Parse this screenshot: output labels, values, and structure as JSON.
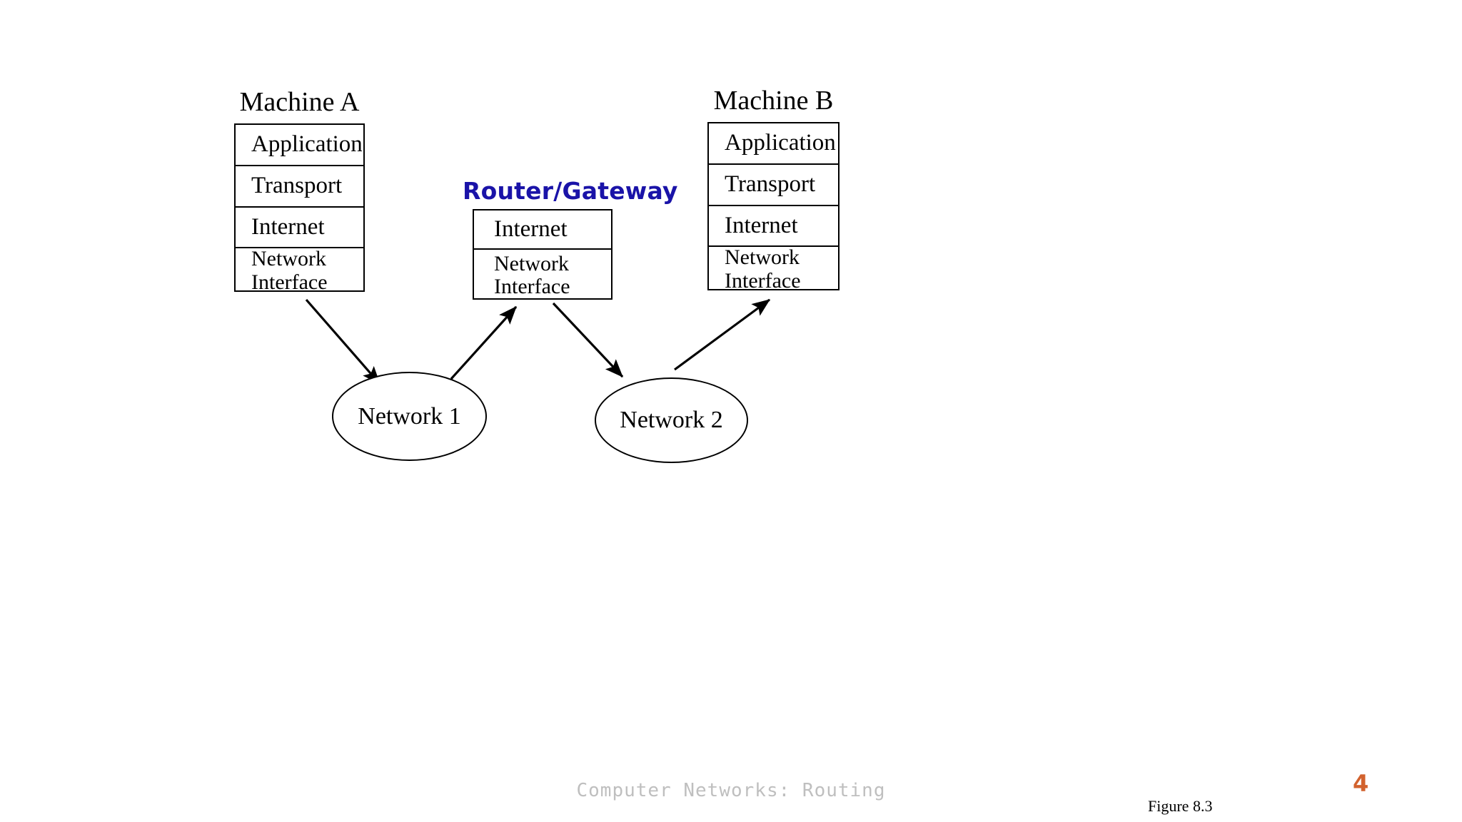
{
  "slide": {
    "footer_title": "Computer Networks: Routing",
    "figure_caption": "Figure 8.3",
    "page_number": "4",
    "accent_orange": "#d2622e",
    "router_blue": "#1a13a8",
    "line_color": "#000000",
    "footer_gray": "#bfbfbf",
    "background": "#ffffff"
  },
  "machine_a": {
    "label": "Machine A",
    "layers": [
      {
        "name": "application",
        "label": "Application"
      },
      {
        "name": "transport",
        "label": "Transport"
      },
      {
        "name": "internet",
        "label": "Internet"
      },
      {
        "name": "network-interface",
        "label": "Network\nInterface"
      }
    ]
  },
  "machine_b": {
    "label": "Machine B",
    "layers": [
      {
        "name": "application",
        "label": "Application"
      },
      {
        "name": "transport",
        "label": "Transport"
      },
      {
        "name": "internet",
        "label": "Internet"
      },
      {
        "name": "network-interface",
        "label": "Network\nInterface"
      }
    ]
  },
  "router": {
    "label": "Router/Gateway",
    "layers": [
      {
        "name": "internet",
        "label": "Internet"
      },
      {
        "name": "network-interface",
        "label": "Network\nInterface"
      }
    ]
  },
  "networks": [
    {
      "name": "network-1",
      "label": "Network 1"
    },
    {
      "name": "network-2",
      "label": "Network 2"
    }
  ],
  "connections": [
    {
      "name": "machine-a-to-network-1",
      "from": "machine-a",
      "to": "network-1",
      "direction": "down-right"
    },
    {
      "name": "network-1-to-router",
      "from": "network-1",
      "to": "router",
      "direction": "up-right"
    },
    {
      "name": "router-to-network-2",
      "from": "router",
      "to": "network-2",
      "direction": "down-right"
    },
    {
      "name": "network-2-to-machine-b",
      "from": "network-2",
      "to": "machine-b",
      "direction": "up-right"
    }
  ]
}
